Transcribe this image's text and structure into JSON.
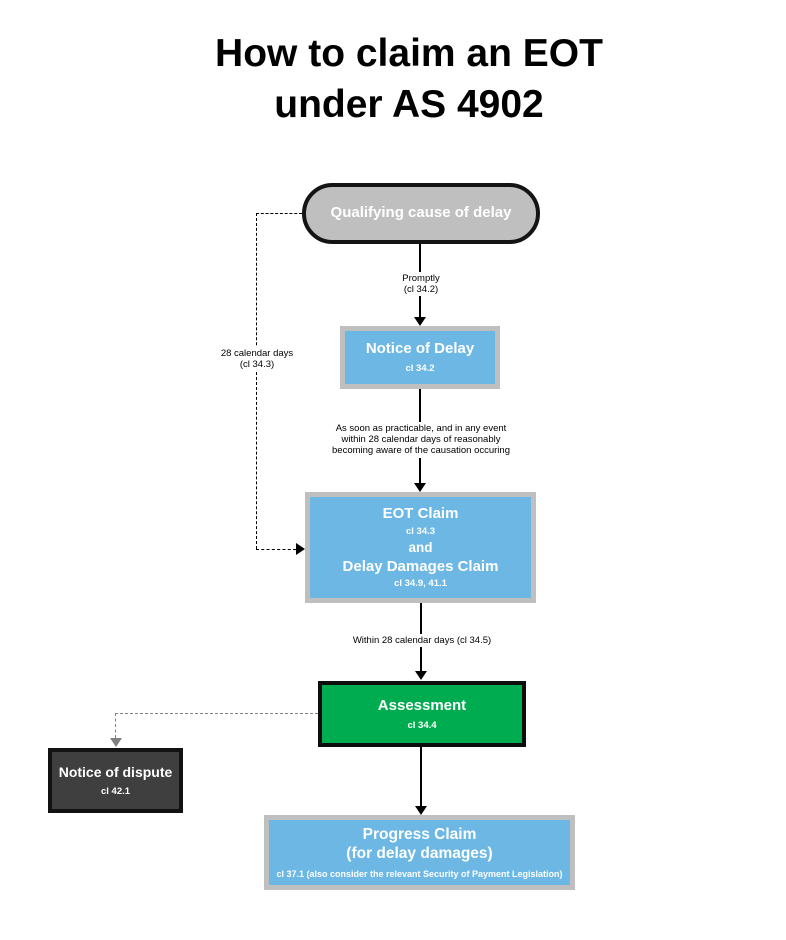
{
  "title": {
    "text": "How to claim an EOT\nunder AS 4902"
  },
  "nodes": {
    "qualifying": {
      "label": "Qualifying cause of delay"
    },
    "notice_of_delay": {
      "label": "Notice of Delay",
      "clause": "cl 34.2"
    },
    "eot_claim": {
      "title": "EOT Claim",
      "clause1": "cl 34.3",
      "and_label": "and",
      "subtitle": "Delay Damages Claim",
      "clause2": "cl 34.9, 41.1"
    },
    "assessment": {
      "label": "Assessment",
      "clause": "cl 34.4"
    },
    "notice_of_dispute": {
      "label": "Notice of dispute",
      "clause": "cl 42.1"
    },
    "progress_claim": {
      "title": "Progress Claim\n(for delay damages)",
      "clause": "cl 37.1 (also consider the relevant Security of Payment Legislation)"
    }
  },
  "connectors": {
    "promptly": "Promptly\n(cl 34.2)",
    "as_soon": "As soon as practicable, and in any event\nwithin 28 calendar days of reasonably\nbecoming aware of the causation occuring",
    "within_28": "Within 28 calendar days (cl 34.5)",
    "days_28": "28 calendar days\n(cl 34.3)"
  },
  "colors": {
    "node_blue": "#6CB7E4",
    "node_green": "#00AC50",
    "node_gray_pill": "#BFBFBF",
    "node_dark": "#3F3F3F",
    "box_border_gray": "#BFBFBF",
    "box_border_black": "#000000",
    "dashed_gray": "#808080",
    "text_white": "#FFFFFF",
    "text_black": "#000000"
  }
}
